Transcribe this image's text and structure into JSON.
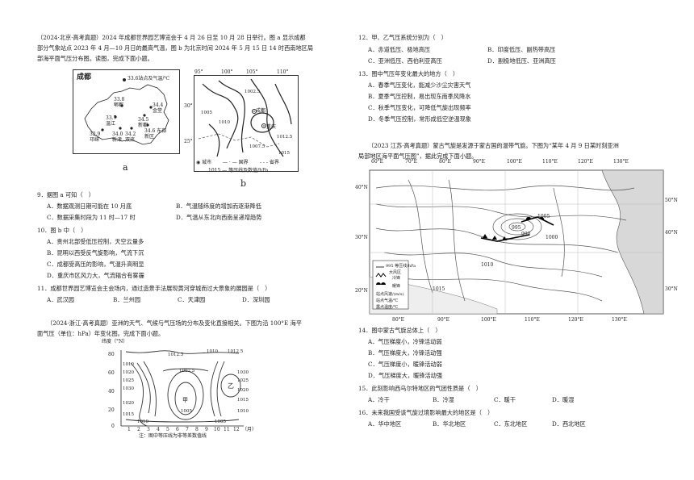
{
  "left": {
    "intro1": [
      "（2024·北京·高考真题）2024 年成都世界园艺博览会于 4 月 26 日至 10 月 28 日举行。图 a 显示成都",
      "部分气象站点 2023 年 4 月—10 月日的最高气温，图 b 为北京时间 2024 年 5 月 15 日 14 时西南地区局",
      "部海平面气压分布图。读图，完成下面小题。"
    ],
    "mapA": {
      "title": "成都",
      "legend": "33.6站点及气温/℃",
      "stations": [
        "33.8 郫都",
        "34.4 金堂",
        "33.7 温江",
        "34.5 新都",
        "32.9 邛崃",
        "34.0 新津",
        "34.2 双流",
        "34.6 东部新区"
      ],
      "label": "a"
    },
    "mapB": {
      "lon_labels": [
        "95°",
        "100°",
        "105°",
        "110°"
      ],
      "lat_labels": [
        "30°",
        "25°"
      ],
      "isobars": [
        "1005",
        "1010",
        "1007.5",
        "1002.5",
        "1012.5",
        "1015"
      ],
      "cities": [
        "成都",
        "重庆"
      ],
      "legend_city": "城市",
      "legend_border": "国界",
      "legend_province": "省界",
      "legend_isobar": "等压线及数值/hPa",
      "legend_isobar_value": "1015",
      "label": "b"
    },
    "q9": {
      "stem": "9．据图 a 可知（　）",
      "A": "A．数据观测日期可能在 10 月底",
      "B": "B．气温随纬度的增加而逐渐降低",
      "C": "C．数据采集时段为 11 时—17 时",
      "D": "D．气温从东北向西南呈递增趋势"
    },
    "q10": {
      "stem": "10．图 b 中（　）",
      "A": "A．贵州北部受低压控制，天空云量多",
      "B": "B．昆明以西受反气旋影响，气流下沉",
      "C": "C．成都受高压的影响，气温升高明显",
      "D": "D．重庆市区风力大，气流辐合有雾霾"
    },
    "q11": {
      "stem": "11．成都世界园艺博览会主会场内，通过造景手法展现黄河穿城而过大景象的展园是（　）",
      "A": "A．武汉园",
      "B": "B．兰州园",
      "C": "C．天津园",
      "D": "D．深圳园"
    },
    "intro2": [
      "（2024·浙江·高考真题）亚洲的天气、气候与气压场的分布及变化直接相关。下图为沿 100°E 海平",
      "面气压（单位：hPa）年变化图。完成下面小题。"
    ],
    "chartC": {
      "ylabel": "纬度（°N）",
      "yticks": [
        "80",
        "60",
        "40",
        "20",
        "0"
      ],
      "xticks": [
        "1",
        "2",
        "3",
        "4",
        "5",
        "6",
        "7",
        "8",
        "9",
        "10",
        "11",
        "12"
      ],
      "xunit": "（月）",
      "contours": [
        "1012.5",
        "1010",
        "1012.5",
        "1007.5",
        "1010",
        "1020",
        "1025",
        "1030",
        "1005",
        "1020",
        "1015",
        "1030",
        "1025",
        "1020",
        "1015",
        "1010",
        "1010",
        "1005"
      ],
      "jia": "甲",
      "yi": "乙",
      "note": "注：图中等压线为非等差数值线"
    }
  },
  "right": {
    "q12": {
      "stem": "12．甲、乙气压系统分别为（　）",
      "A": "A．赤道低压、极地高压",
      "B": "B．印度低压、副热带高压",
      "C": "C．亚洲低压、西伯利亚高压",
      "D": "D．副极地低压、亚洲高压"
    },
    "q13": {
      "stem": "13．图中气压年变化最大的地方（　）",
      "A": "A．春季气压变化，能减少沙尘灾害天气",
      "B": "B．夏季气压控制，易出现东南季风降水",
      "C": "C．秋季气压变化，可降低气旋出现频率",
      "D": "D．冬季气压控制，常形成低空逆温现象"
    },
    "intro3": [
      "（2023 江苏·高考真题）蒙古气旋是发源于蒙古国的温带气旋。下图为“某年 4 月 9 日某时刻亚洲",
      "局部地区海平面气压图”，据此完成下面小题。"
    ],
    "mapD": {
      "top_lon": [
        "60°E",
        "70°E",
        "80°E",
        "90°E",
        "100°E",
        "110°E",
        "120°E",
        "130°E"
      ],
      "bottom_lon": [
        "80°E",
        "90°E",
        "100°E",
        "110°E",
        "120°E",
        "130°E"
      ],
      "right_lat": [
        "50°N",
        "40°N",
        "30°N"
      ],
      "left_lat": [
        "40°N",
        "30°N",
        "20°N"
      ],
      "legend": [
        "995 等压线/hPa",
        "大风区",
        "冷锋",
        "暖锋",
        "站点风速/(m/s)",
        "站点气温/℃",
        "露点温度/℃"
      ],
      "labels": [
        "1015",
        "1005",
        "995",
        "990",
        "1000",
        "1010"
      ]
    },
    "q14": {
      "stem": "14．图中蒙古气旋总体上（　）",
      "A": "A．气压梯度小，冷锋活动弱",
      "B": "B．气压梯度大，冷锋活动强",
      "C": "C．气压梯度小，暖锋活动弱",
      "D": "D．气压梯度大，暖锋活动强"
    },
    "q15": {
      "stem": "15．此刻影响西乌尔特地区的气团性质是（　）",
      "A": "A．冷干",
      "B": "B．冷湿",
      "C": "C．暖干",
      "D": "D．暖湿"
    },
    "q16": {
      "stem": "16．未来我国受该气旋过境影响最大的地区是（　）",
      "A": "A．华中地区",
      "B": "B．华北地区",
      "C": "C．东北地区",
      "D": "D．西北地区"
    }
  }
}
